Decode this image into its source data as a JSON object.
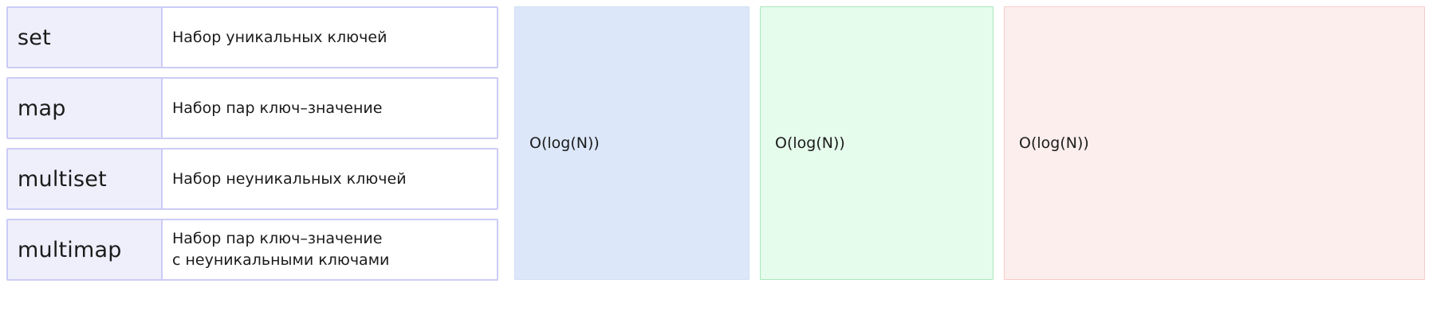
{
  "table": {
    "rows": [
      {
        "key": "set",
        "desc_line1": "Набор уникальных ключей",
        "desc_line2": ""
      },
      {
        "key": "map",
        "desc_line1": "Набор пар ключ–значение",
        "desc_line2": ""
      },
      {
        "key": "multiset",
        "desc_line1": "Набор неуникальных ключей",
        "desc_line2": ""
      },
      {
        "key": "multimap",
        "desc_line1": "Набор пар ключ–значение",
        "desc_line2": "с неуникальными ключами"
      }
    ]
  },
  "complexity_boxes": [
    {
      "label": "O(log(N))",
      "color": "#dce7f9",
      "border": "#cfdff6"
    },
    {
      "label": "O(log(N))",
      "color": "#e5fbeb",
      "border": "#a8e8bd"
    },
    {
      "label": "O(log(N))",
      "color": "#fdeeee",
      "border": "#f8c9c9"
    }
  ]
}
